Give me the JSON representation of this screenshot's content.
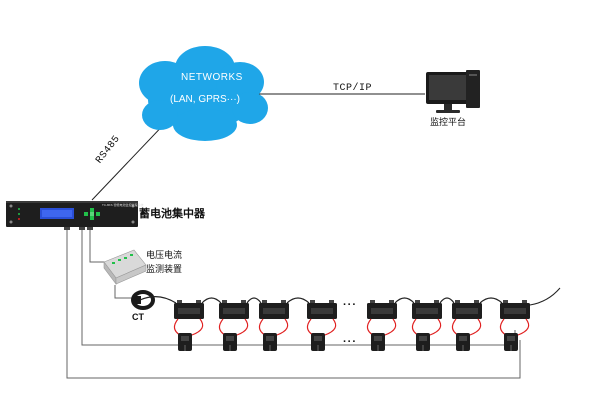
{
  "network": {
    "title": "NETWORKS",
    "subtitle": "(LAN, GPRS···)"
  },
  "links": {
    "tcp_ip": "TCP/IP",
    "rs485": "RS485"
  },
  "monitor": {
    "label": "监控平台"
  },
  "concentrator": {
    "label": "蓄电池集中器",
    "panel_text": "TC-8KS 智能电池监控管理系统"
  },
  "sensor": {
    "label_line1": "电压电流",
    "label_line2": "监测装置"
  },
  "ct": {
    "label": "CT"
  },
  "ellipsis": {
    "top": "···",
    "bottom": "···"
  },
  "colors": {
    "cloud": "#1fa6e8",
    "wire_red": "#e02020",
    "wire_black": "#222222",
    "device": "#1e1e1e",
    "display": "#2a4fd8",
    "led_green": "#22c04a"
  }
}
